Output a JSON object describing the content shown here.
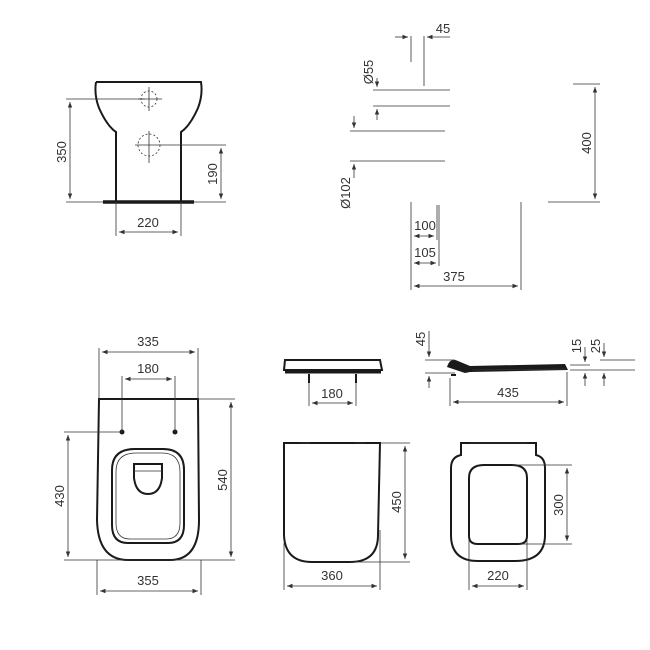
{
  "drawing": {
    "units": "mm",
    "colors": {
      "line": "#1a1a1a",
      "dimension": "#333333",
      "background": "#ffffff"
    }
  },
  "views": {
    "front": {
      "height_total": "350",
      "outlet_height": "190",
      "base_width": "220"
    },
    "side": {
      "wall_offset": "45",
      "inlet_diameter": "Ø55",
      "outlet_diameter": "Ø102",
      "outlet_center_1": "100",
      "outlet_center_2": "105",
      "depth": "375",
      "height": "400"
    },
    "top": {
      "top_width": "335",
      "fixing_spacing": "180",
      "fixing_to_front": "430",
      "length": "540",
      "max_width": "355"
    },
    "seat_side": {
      "hinge_spacing": "180"
    },
    "seat_profile": {
      "hinge_height": "45",
      "length": "435",
      "lid_thickness": "15",
      "total_thickness": "25"
    },
    "lid_top": {
      "length": "450",
      "width": "360"
    },
    "seat_ring": {
      "opening_length": "300",
      "opening_width": "220"
    }
  }
}
